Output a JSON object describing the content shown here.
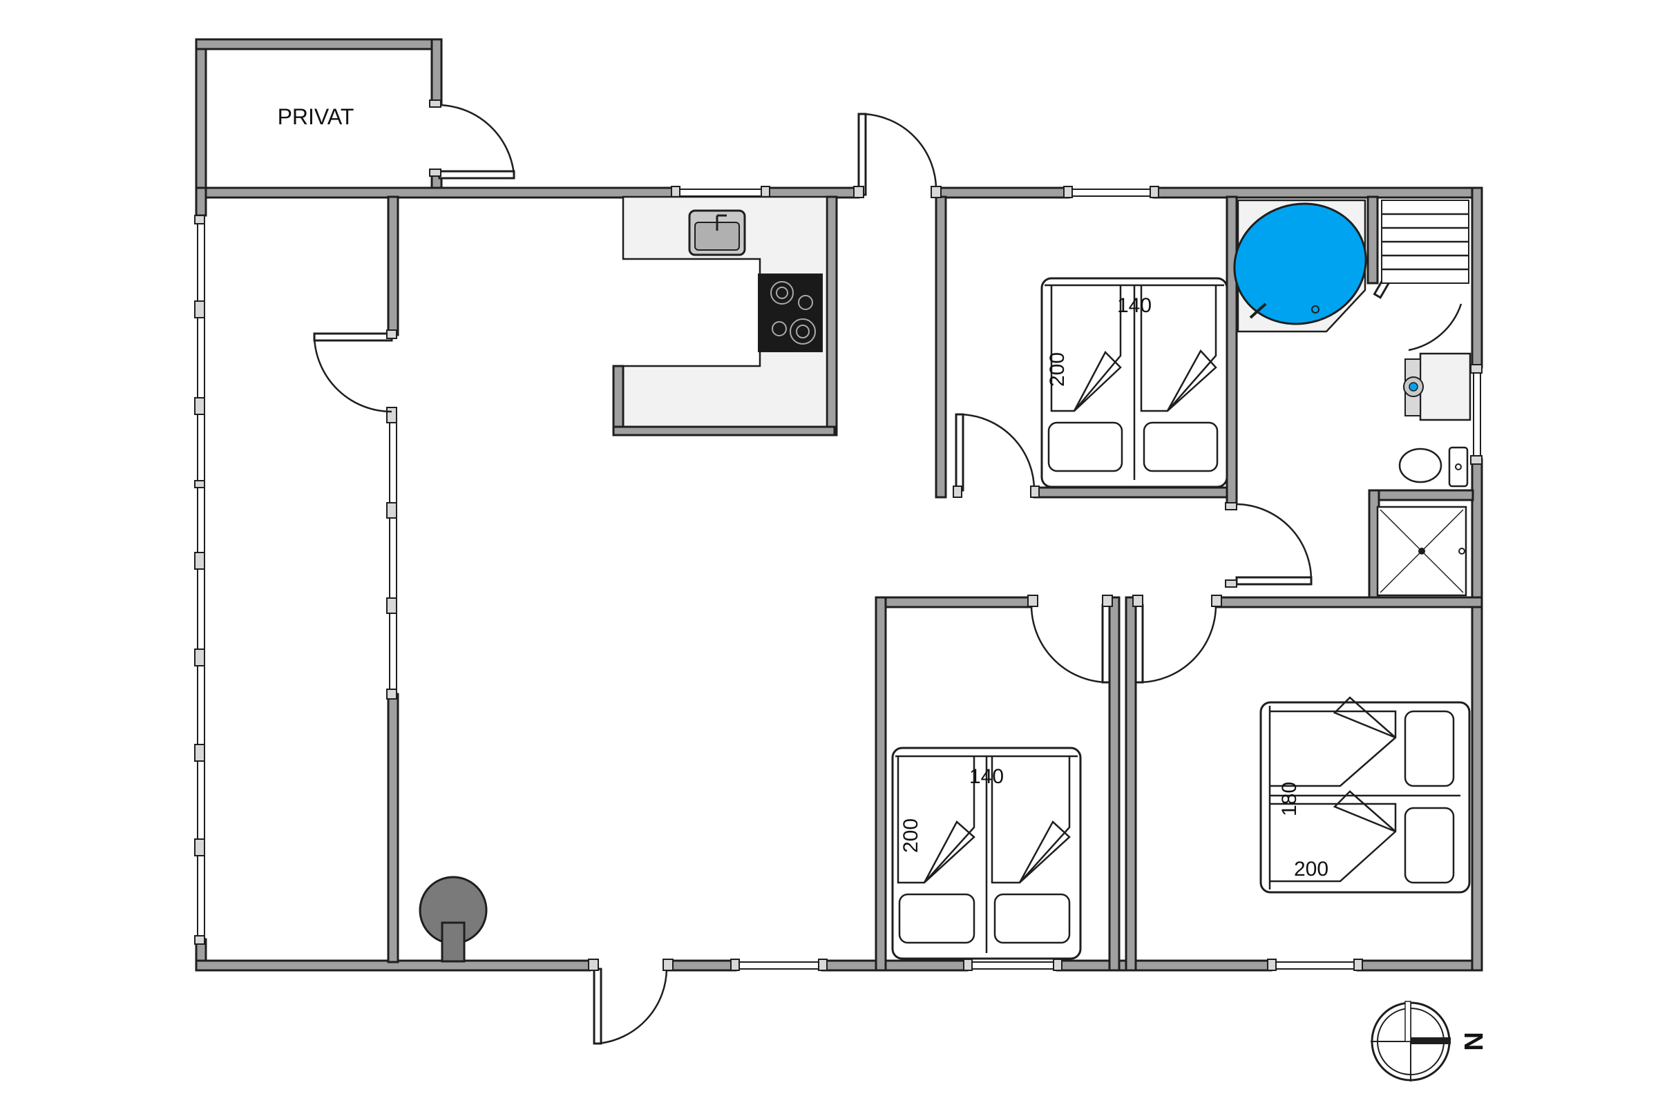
{
  "plan": {
    "rooms": {
      "private_label": "PRIVAT"
    },
    "beds": [
      {
        "id": "bedroom-1",
        "width_label": "140",
        "length_label": "200"
      },
      {
        "id": "bedroom-2",
        "width_label": "140",
        "length_label": "200"
      },
      {
        "id": "bedroom-3",
        "width_label": "180",
        "length_label": "200"
      }
    ],
    "compass": {
      "label": "N"
    },
    "colors": {
      "wall": "#a0a0a0",
      "counter": "#f2f2f2",
      "hob": "#1a1a1a",
      "spa_water": "#00a3ef",
      "stove": "#7a7a7a"
    }
  }
}
